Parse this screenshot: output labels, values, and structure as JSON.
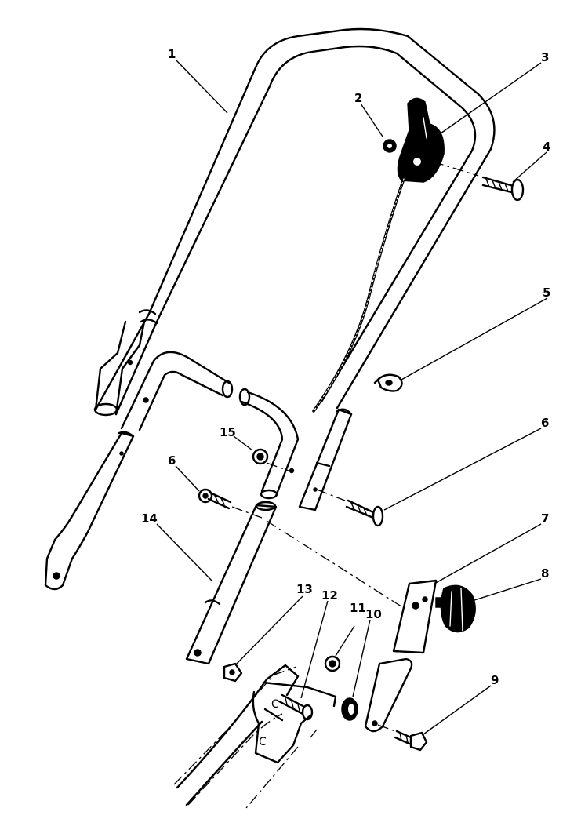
{
  "callouts": [
    {
      "id": "1",
      "label": "1"
    },
    {
      "id": "2",
      "label": "2"
    },
    {
      "id": "3",
      "label": "3"
    },
    {
      "id": "4",
      "label": "4"
    },
    {
      "id": "5",
      "label": "5"
    },
    {
      "id": "6a",
      "label": "6"
    },
    {
      "id": "6b",
      "label": "6"
    },
    {
      "id": "7",
      "label": "7"
    },
    {
      "id": "8",
      "label": "8"
    },
    {
      "id": "9",
      "label": "9"
    },
    {
      "id": "10",
      "label": "10"
    },
    {
      "id": "11",
      "label": "11"
    },
    {
      "id": "12",
      "label": "12"
    },
    {
      "id": "13",
      "label": "13"
    },
    {
      "id": "14",
      "label": "14"
    },
    {
      "id": "15",
      "label": "15"
    }
  ],
  "colors": {
    "line": "#000000",
    "background": "#ffffff"
  }
}
